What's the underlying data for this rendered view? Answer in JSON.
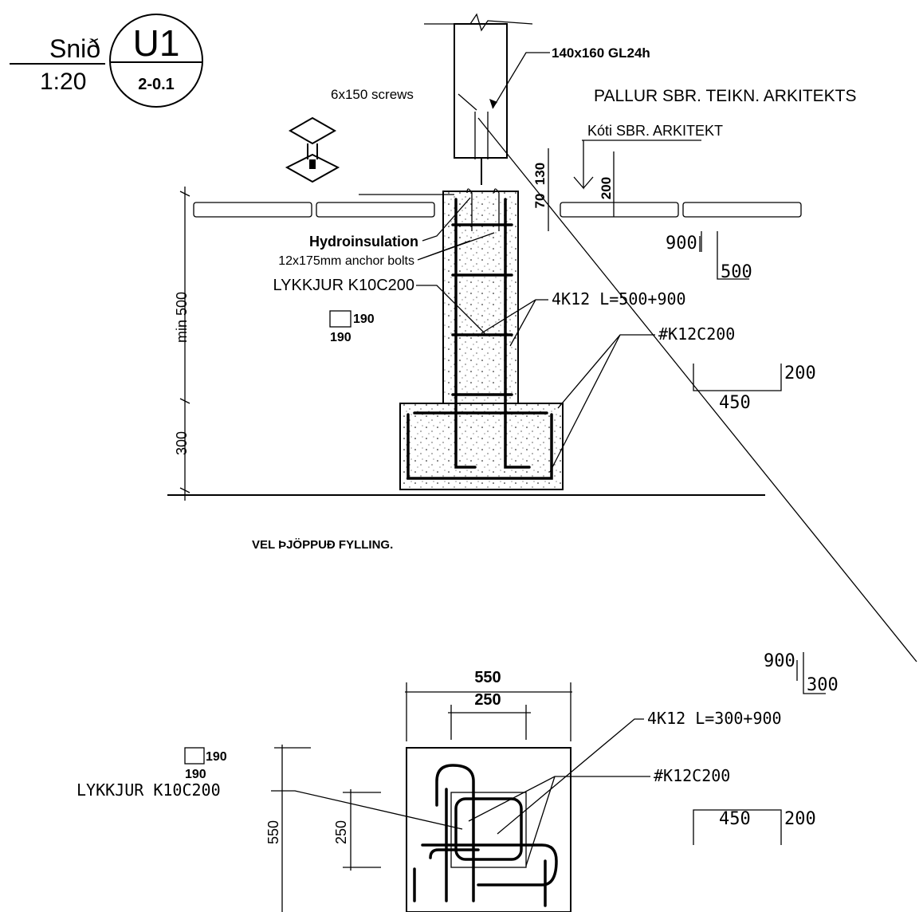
{
  "title_block": {
    "label": "Snið",
    "scale": "1:20",
    "section_id": "U1",
    "sheet_ref": "2-0.1"
  },
  "section": {
    "column": "140x160 GL24h",
    "screws": "6x150 screws",
    "deck": "PALLUR SBR. TEIKN. ARKITEKTS",
    "level": "Kóti SBR. ARKITEKT",
    "dim_70": "70",
    "dim_130": "130",
    "dim_200": "200",
    "hydro": "Hydroinsulation",
    "anchors": "12x175mm anchor bolts",
    "stirrups": "LYKKJUR K10C200",
    "sq_w": "190",
    "sq_h": "190",
    "bars": "4K12  L=500+900",
    "bar_900": "900",
    "bar_500": "500",
    "mesh": "#K12C200",
    "mesh_len": "450",
    "mesh_h": "200",
    "dim_min500": "min 500",
    "dim_300": "300",
    "fill": "VEL ÞJÖPPUÐ FYLLING."
  },
  "plan": {
    "dim_550_top": "550",
    "dim_250_top": "250",
    "dim_550_side": "550",
    "dim_250_side": "250",
    "bar_900": "900",
    "bar_300": "300",
    "bars": "4K12  L=300+900",
    "mesh": "#K12C200",
    "mesh_len": "450",
    "mesh_h": "200",
    "stirrups": "LYKKJUR  K10C200",
    "sq_w": "190",
    "sq_h": "190"
  }
}
